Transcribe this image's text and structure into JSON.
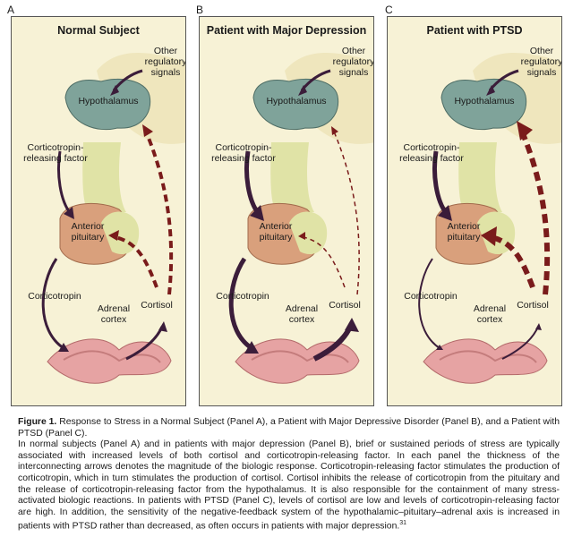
{
  "panels": [
    {
      "letter": "A",
      "title": "Normal Subject"
    },
    {
      "letter": "B",
      "title": "Patient with Major Depression"
    },
    {
      "letter": "C",
      "title": "Patient with PTSD"
    }
  ],
  "labels": {
    "other_signals": "Other regulatory signals",
    "hypothalamus": "Hypothalamus",
    "crf": "Corticotropin-releasing factor",
    "anterior_pituitary": "Anterior pituitary",
    "corticotropin": "Corticotropin",
    "adrenal_cortex": "Adrenal cortex",
    "cortisol": "Cortisol"
  },
  "caption": {
    "figure_label": "Figure 1.",
    "figure_title": "Response to Stress in a Normal Subject (Panel A), a Patient with Major Depressive Disorder (Panel B), and a Patient with PTSD (Panel C).",
    "body": "In normal subjects (Panel A) and in patients with major depression (Panel B), brief or sustained periods of stress are typically associated with increased levels of both cortisol and corticotropin-releasing factor. In each panel the thickness of the interconnecting arrows denotes the magnitude of the biologic response. Corticotropin-releasing factor stimulates the production of corticotropin, which in turn stimulates the production of cortisol. Cortisol inhibits the release of corticotropin from the pituitary and the release of corticotropin-releasing factor from the hypothalamus. It is also responsible for the containment of many stress-activated biologic reactions. In patients with PTSD (Panel C), levels of cortisol are low and levels of corticotropin-releasing factor are high. In addition, the sensitivity of the negative-feedback system of the hypothalamic–pituitary–adrenal axis is increased in patients with PTSD rather than decreased, as often occurs in patients with major depression.",
    "footnote": "31"
  },
  "colors": {
    "panel_bg": "#f7f2d6",
    "hypothalamus": "#7fa39a",
    "pituitary": "#d9a07c",
    "adrenal": "#e6a3a3",
    "arrow_solid": "#3b1d3a",
    "arrow_dashed": "#7a1b1b"
  }
}
